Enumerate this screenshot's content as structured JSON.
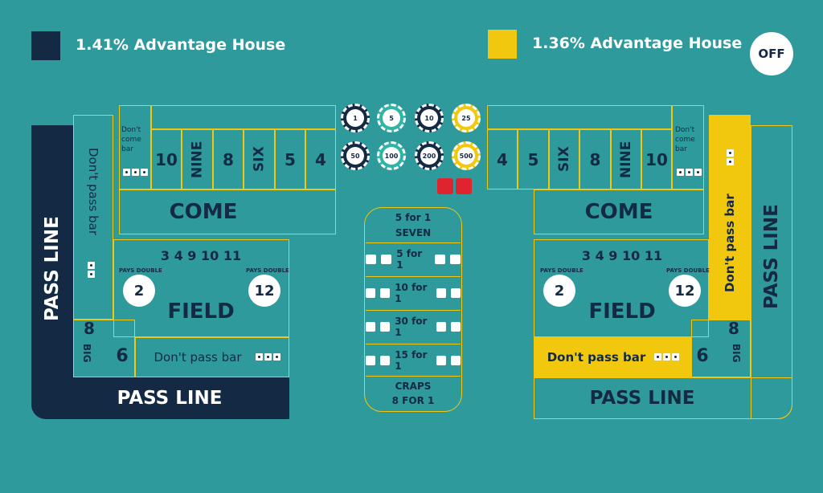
{
  "legend": {
    "left_label": "1.41% Advantage House",
    "left_color": "#142a44",
    "right_label": "1.36% Advantage House",
    "right_color": "#f2c80f",
    "toggle_label": "OFF"
  },
  "chips": [
    "1",
    "5",
    "10",
    "25",
    "50",
    "100",
    "200",
    "500"
  ],
  "left": {
    "dont_come_bar": "Don't come bar",
    "numbers": [
      "10",
      "NINE",
      "8",
      "SIX",
      "5",
      "4"
    ],
    "come": "COME",
    "dont_pass_bar_vertical": "Don't pass bar",
    "pass_line_vertical": "PASS LINE",
    "field": "FIELD",
    "field_numbers": "3 4 9 10 11",
    "field_low": "2",
    "field_high": "12",
    "pays_double": "PAYS DOUBLE",
    "big6": "6",
    "big8": "8",
    "big_letters": "BIG",
    "dont_pass_bar": "Don't pass bar",
    "pass_line": "PASS LINE"
  },
  "center": {
    "seven_top": "5 for 1",
    "seven_label": "SEVEN",
    "props": [
      "5 for 1",
      "10 for 1",
      "30 for 1",
      "15 for 1"
    ],
    "craps_label": "CRAPS",
    "craps_pay": "8 FOR 1"
  },
  "right": {
    "dont_come_bar": "Don't come bar",
    "numbers": [
      "4",
      "5",
      "SIX",
      "8",
      "NINE",
      "10"
    ],
    "come": "COME",
    "dont_pass_bar_vertical": "Don't pass bar",
    "pass_line_vertical": "PASS LINE",
    "field": "FIELD",
    "field_numbers": "3 4 9 10 11",
    "field_low": "2",
    "field_high": "12",
    "pays_double": "PAYS DOUBLE",
    "big6": "6",
    "big8": "8",
    "big_letters": "BIG",
    "dont_pass_bar": "Don't pass bar",
    "pass_line": "PASS LINE"
  }
}
